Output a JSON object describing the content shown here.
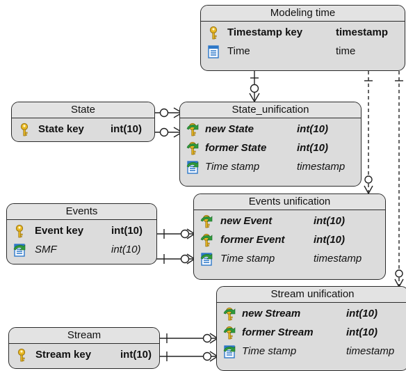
{
  "entities": {
    "modeling_time": {
      "title": "Modeling time",
      "rows": [
        {
          "name": "Timestamp key",
          "type": "timestamp",
          "icon": "primary-key-icon"
        },
        {
          "name": "Time",
          "type": "time",
          "icon": "column-icon"
        }
      ]
    },
    "state": {
      "title": "State",
      "rows": [
        {
          "name": "State key",
          "type": "int(10)",
          "icon": "primary-key-icon"
        }
      ]
    },
    "state_unification": {
      "title": "State_unification",
      "rows": [
        {
          "name": "new State",
          "type": "int(10)",
          "icon": "foreign-primary-key-icon"
        },
        {
          "name": "former State",
          "type": "int(10)",
          "icon": "foreign-primary-key-icon"
        },
        {
          "name": "Time stamp",
          "type": "timestamp",
          "icon": "foreign-key-column-icon"
        }
      ]
    },
    "events": {
      "title": "Events",
      "rows": [
        {
          "name": "Event key",
          "type": "int(10)",
          "icon": "primary-key-icon"
        },
        {
          "name": "SMF",
          "type": "int(10)",
          "icon": "foreign-key-column-icon"
        }
      ]
    },
    "events_unification": {
      "title": "Events unification",
      "rows": [
        {
          "name": "new Event",
          "type": "int(10)",
          "icon": "foreign-primary-key-icon"
        },
        {
          "name": "former Event",
          "type": "int(10)",
          "icon": "foreign-primary-key-icon"
        },
        {
          "name": "Time stamp",
          "type": "timestamp",
          "icon": "foreign-key-column-icon"
        }
      ]
    },
    "stream": {
      "title": "Stream",
      "rows": [
        {
          "name": "Stream key",
          "type": "int(10)",
          "icon": "primary-key-icon"
        }
      ]
    },
    "stream_unification": {
      "title": "Stream unification",
      "rows": [
        {
          "name": "new Stream",
          "type": "int(10)",
          "icon": "foreign-primary-key-icon"
        },
        {
          "name": "former Stream",
          "type": "int(10)",
          "icon": "foreign-primary-key-icon"
        },
        {
          "name": "Time stamp",
          "type": "timestamp",
          "icon": "foreign-key-column-icon"
        }
      ]
    }
  },
  "colors": {
    "entity_fill": "#dcdcdc",
    "border": "#2a2a2a",
    "key_gold": "#e8b824",
    "fk_green": "#2f9a3c",
    "column_blue": "#2d78c8"
  }
}
